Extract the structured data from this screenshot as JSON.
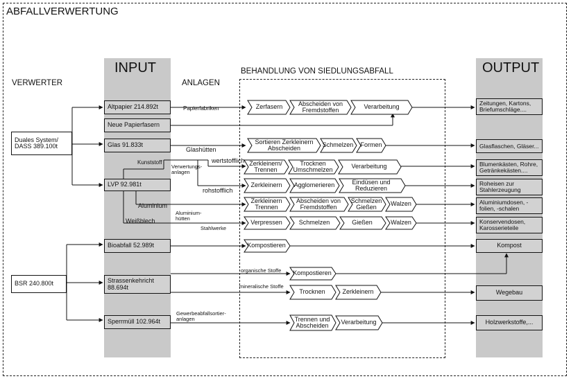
{
  "title": "ABFALLVERWERTUNG",
  "columns": {
    "input": "INPUT",
    "output": "OUTPUT",
    "verwerter": "VERWERTER",
    "anlagen": "ANLAGEN",
    "behandlung": "BEHANDLUNG VON SIEDLUNGSABFALL"
  },
  "sources": {
    "duales": "Duales System/ DASS 389.100t",
    "bsr": "BSR 240.800t"
  },
  "inputs": {
    "altpapier": "Altpapier  214.892t",
    "neue_papierfasern": "Neue Papierfasern",
    "glas": "Glas  91.833t",
    "lvp": "LVP  92.981t",
    "bioabfall": "Bioabfall 52.989t",
    "strassenkehricht": "Strassenkehricht 88.694t",
    "sperrmuell": "Sperrmüll 102.964t"
  },
  "anlagen": {
    "papierfabriken": "Papierfabriken",
    "glashuetten": "Glashütten",
    "kunststoff": "Kunststoff",
    "verwertungsanlagen": "Verwertungs- anlagen",
    "wertstofflich": "wertstofflich",
    "rohstofflich": "rohstofflich",
    "aluminium": "Aluminium",
    "aluminiumhuetten": "Aluminium- hütten",
    "weissblech": "Weißblech",
    "stahlwerke": "Stahlwerke",
    "organische": "organische Stoffe",
    "mineralische": "mineralische Stoffe",
    "gewerbe": "Gewerbeabfallsortier- anlagen"
  },
  "steps": {
    "zerfasern": "Zerfasern",
    "abscheiden_fremd": "Abscheiden von Fremdstoffen",
    "verarbeitung": "Verarbeitung",
    "sortieren": "Sortieren Zerkleinern Abscheiden",
    "schmelzen": "Schmelzen",
    "formen": "Formen",
    "zerkleinern_trennen": "Zerkleinern/ Trennen",
    "trocknen_umschmelzen": "Trocknen Umschmelzen",
    "zerkleinern": "Zerkleinern",
    "agglomerieren": "Agglomerieren",
    "eindusen": "Eindüsen und Reduzieren",
    "zerkleinern_trennen2": "Zerkleinern Trennen",
    "schmelzen_giessen": "Schmelzen Gießen",
    "walzen": "Walzen",
    "verpressen": "Verpressen",
    "giessen": "Gießen",
    "kompostieren": "Kompostieren",
    "trocknen": "Trocknen",
    "trennen_abscheiden": "Trennen und Abscheiden"
  },
  "outputs": {
    "zeitungen": "Zeitungen, Kartons, Briefumschläge....",
    "glasflaschen": "Glasflaschen, Gläser...",
    "blumenkaesten": "Blumenkästen, Rohre, Getränkekästen....",
    "roheisen": "Roheisen zur Stahlerzeugung",
    "aluminiumdosen": "Aluminiumdosen, -folien, -schalen",
    "konservendosen": "Konservendosen, Karosserieteile",
    "kompost": "Kompost",
    "wegebau": "Wegebau",
    "holzwerkstoffe": "Holzwerkstoffe,..."
  }
}
